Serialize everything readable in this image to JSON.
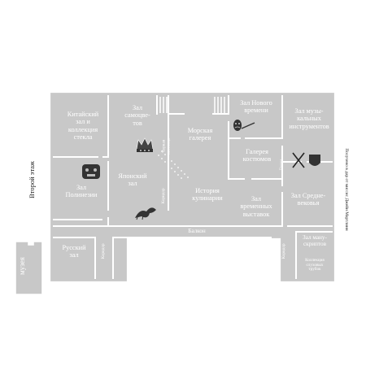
{
  "colors": {
    "floor": "#c8c8c8",
    "wall": "#ffffff",
    "background": "#ffffff",
    "caption": "#222222"
  },
  "floor_title": "Второй этаж",
  "museum_label": "музея",
  "side_note": "Получено в дар от миссис Джейн Мартлинн",
  "rooms": {
    "chinese": "Китайский\nзал и\nколлекция\nстекла",
    "gems": "Зал\nсамоцве-\nтов",
    "marine": "Морская\nгалерея",
    "new_time": "Зал Нового\nвремени",
    "music": "Зал музы-\nкальных\nинструментов",
    "costume": "Галерея\nкостюмов",
    "polynesia": "Зал\nПолинезии",
    "japanese": "Японский\nзал",
    "culinary": "История\nкулинарии",
    "temporary": "Зал\nвременных\nвыставок",
    "medieval": "Зал Средне-\nвековья",
    "russian": "Русский\nзал",
    "manuscripts": "Зал ману-\nскриптов",
    "pipes": "Коллекция\nслуховых\nтрубок"
  },
  "small_labels": {
    "stairs": "Черная\nлестница",
    "corridor_left": "Коридор",
    "corridor_mid": "Коридор",
    "corridor_right": "Коридор",
    "balcony": "Балкон",
    "passage": "Проход"
  },
  "icons": {
    "crown": "crown-icon",
    "masks": "theatre-masks-icon",
    "tiki": "tiki-mask-icon",
    "shields": "crossed-swords-shield-icon",
    "dragon": "dragon-icon"
  }
}
